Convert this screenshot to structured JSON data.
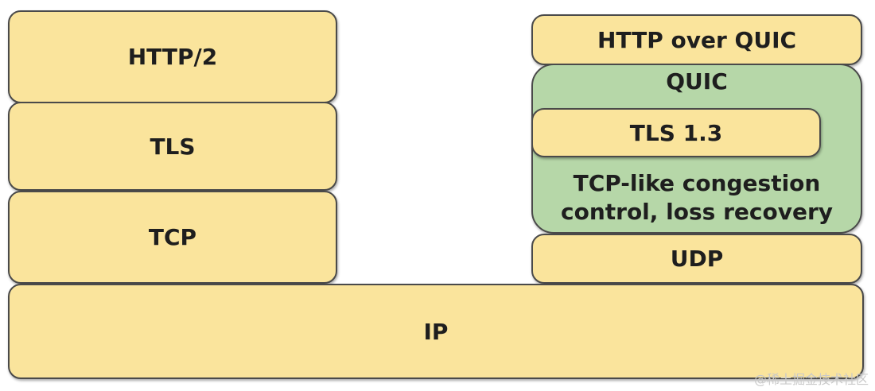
{
  "left_stack": {
    "http2": "HTTP/2",
    "tls": "TLS",
    "tcp": "TCP"
  },
  "right_stack": {
    "http_over_quic": "HTTP over QUIC",
    "quic": "QUIC",
    "tls13": "TLS 1.3",
    "congestion_line1": "TCP-like congestion",
    "congestion_line2": "control, loss recovery",
    "udp": "UDP"
  },
  "base": {
    "ip": "IP"
  },
  "watermark": "@稀土掘金技术社区",
  "colors": {
    "layer_fill": "#fae49c",
    "quic_fill": "#b6d7a8",
    "border": "#4a4a4a"
  }
}
